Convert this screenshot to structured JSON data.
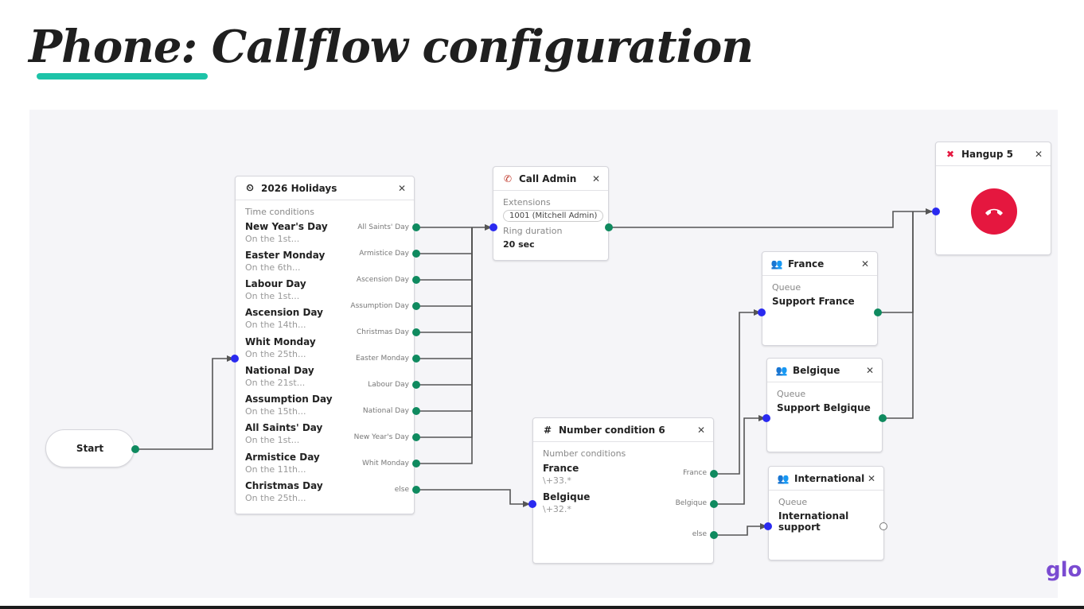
{
  "title": "Phone: Callflow configuration",
  "logo": "glo",
  "colors": {
    "accent_underline": "#1dc3a8",
    "out_port": "#0f8a5f",
    "in_port": "#2a2af0",
    "hangup": "#e5173f",
    "logo": "#7a4bd1"
  },
  "start": {
    "label": "Start"
  },
  "holidays": {
    "title": "2026 Holidays",
    "icon": "clock-icon",
    "section_label": "Time conditions",
    "items": [
      {
        "name": "New Year's Day",
        "detail": "On the 1st..."
      },
      {
        "name": "Easter Monday",
        "detail": "On the 6th..."
      },
      {
        "name": "Labour Day",
        "detail": "On the 1st..."
      },
      {
        "name": "Ascension Day",
        "detail": "On the 14th..."
      },
      {
        "name": "Whit Monday",
        "detail": "On the 25th..."
      },
      {
        "name": "National Day",
        "detail": "On the 21st..."
      },
      {
        "name": "Assumption Day",
        "detail": "On the 15th..."
      },
      {
        "name": "All Saints' Day",
        "detail": "On the 1st..."
      },
      {
        "name": "Armistice Day",
        "detail": "On the 11th..."
      },
      {
        "name": "Christmas Day",
        "detail": "On the 25th..."
      }
    ],
    "outputs": [
      "All Saints' Day",
      "Armistice Day",
      "Ascension Day",
      "Assumption Day",
      "Christmas Day",
      "Easter Monday",
      "Labour Day",
      "National Day",
      "New Year's Day",
      "Whit Monday",
      "else"
    ]
  },
  "call_admin": {
    "title": "Call Admin",
    "icon": "phone-icon",
    "extensions_label": "Extensions",
    "extension_chip": "1001 (Mitchell Admin)",
    "ring_label": "Ring duration",
    "ring_value": "20 sec"
  },
  "hangup": {
    "title": "Hangup 5",
    "icon": "close-icon"
  },
  "france": {
    "title": "France",
    "icon": "users-icon",
    "label": "Queue",
    "value": "Support France"
  },
  "belgique": {
    "title": "Belgique",
    "icon": "users-icon",
    "label": "Queue",
    "value": "Support Belgique"
  },
  "international": {
    "title": "International",
    "icon": "users-icon",
    "label": "Queue",
    "value": "International support"
  },
  "number_condition": {
    "title": "Number condition 6",
    "icon": "hash-icon",
    "section_label": "Number conditions",
    "items": [
      {
        "name": "France",
        "pattern": "\\+33.*"
      },
      {
        "name": "Belgique",
        "pattern": "\\+32.*"
      }
    ],
    "outputs": [
      "France",
      "Belgique",
      "else"
    ]
  }
}
